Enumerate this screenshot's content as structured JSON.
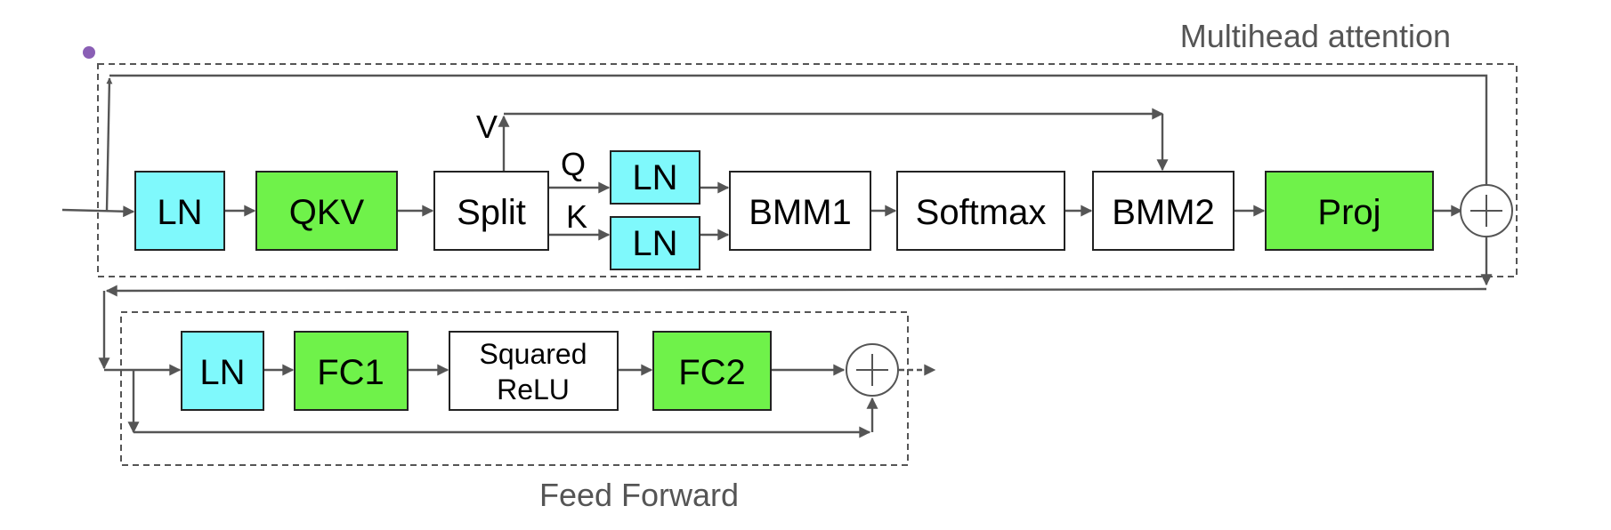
{
  "groups": {
    "attention_title": "Multihead attention",
    "ffn_title": "Feed Forward"
  },
  "attention": {
    "ln": "LN",
    "qkv": "QKV",
    "split": "Split",
    "ln_q": "LN",
    "ln_k": "LN",
    "bmm1": "BMM1",
    "softmax": "Softmax",
    "bmm2": "BMM2",
    "proj": "Proj",
    "label_v": "V",
    "label_q": "Q",
    "label_k": "K"
  },
  "ffn": {
    "ln": "LN",
    "fc1": "FC1",
    "relu_line1": "Squared",
    "relu_line2": "ReLU",
    "fc2": "FC2"
  },
  "colors": {
    "layernorm": "#7ff9fc",
    "linear": "#6ff24a",
    "plain": "#ffffff",
    "marker": "#8a5fb5"
  }
}
